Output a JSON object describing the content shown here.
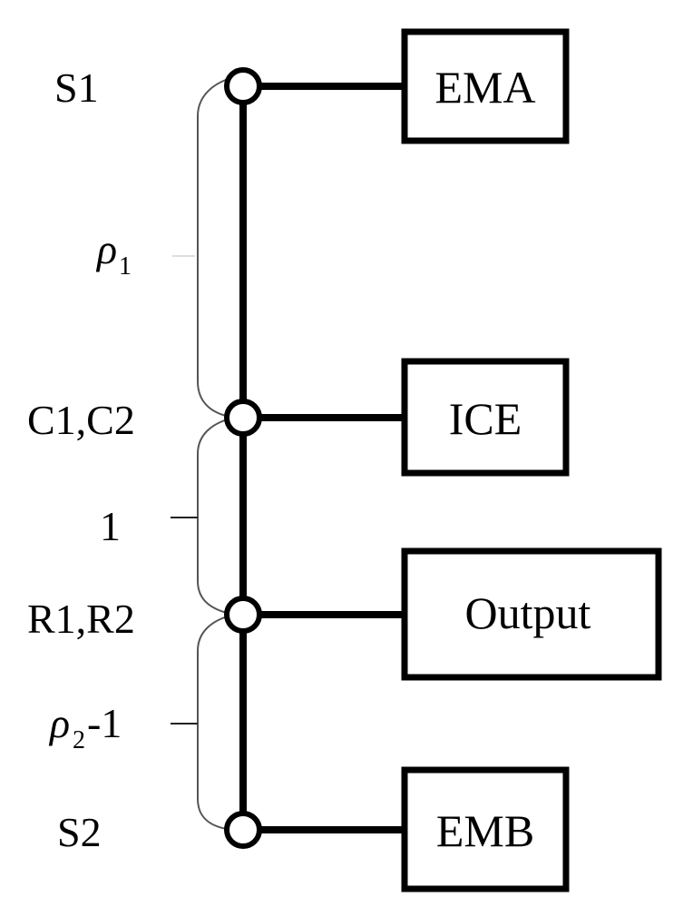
{
  "node_labels": {
    "s1": "S1",
    "c1c2": "C1,C2",
    "r1r2": "R1,R2",
    "s2": "S2"
  },
  "ratio_labels": {
    "rho1_symbol": "ρ",
    "rho1_sub": "1",
    "one": "1",
    "rho2_symbol": "ρ",
    "rho2_sub": "2",
    "rho2_suffix": "-1"
  },
  "boxes": {
    "ema": "EMA",
    "ice": "ICE",
    "output": "Output",
    "emb": "EMB"
  }
}
